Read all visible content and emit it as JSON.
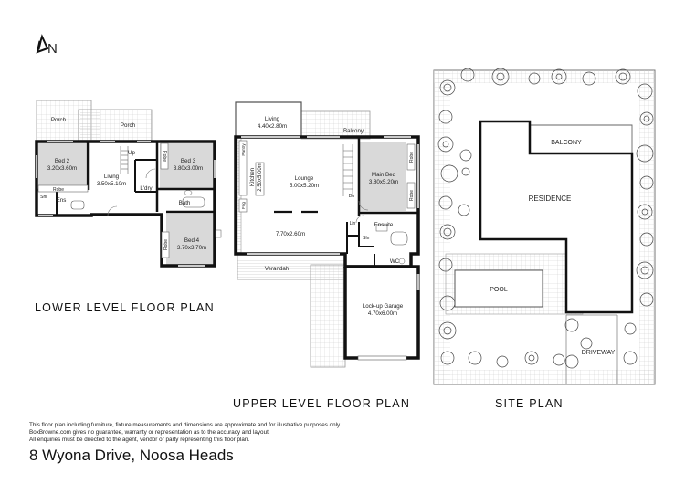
{
  "compass": {
    "letter": "N"
  },
  "lower_level": {
    "title": "LOWER LEVEL FLOOR PLAN",
    "rooms": {
      "porch_left": "Porch",
      "porch_right": "Porch",
      "bed2_name": "Bed 2",
      "bed2_size": "3.20x3.60m",
      "living_name": "Living",
      "living_size": "3.50x5.10m",
      "up": "Up",
      "ldry": "L'dry",
      "bed3_name": "Bed 3",
      "bed3_size": "3.80x3.00m",
      "robe": "Robe",
      "ens": "Ens",
      "shr": "Shr",
      "bath": "Bath",
      "bed4_name": "Bed 4",
      "bed4_size": "3.70x3.70m"
    }
  },
  "upper_level": {
    "title": "UPPER LEVEL FLOOR PLAN",
    "rooms": {
      "living_name": "Living",
      "living_size": "4.40x2.80m",
      "balcony": "Balcony",
      "pantry": "Pantry",
      "kitchen_name": "Kitchen",
      "kitchen_size": "2.50x5.00m",
      "lounge_name": "Lounge",
      "lounge_size": "5.00x5.20m",
      "frig": "Frig",
      "main_bed_name": "Main Bed",
      "main_bed_size": "3.80x5.20m",
      "robe": "Robe",
      "dn": "Dn",
      "ensuite": "Ensuite",
      "lin": "Lin",
      "shr": "Shr",
      "wc": "WC",
      "deck_size": "7.70x2.60m",
      "verandah": "Verandah",
      "garage_name": "Lock-up Garage",
      "garage_size": "4.70x6.00m"
    }
  },
  "site_plan": {
    "title": "SITE PLAN",
    "labels": {
      "balcony": "BALCONY",
      "residence": "RESIDENCE",
      "pool": "POOL",
      "driveway": "DRIVEWAY"
    }
  },
  "disclaimer": [
    "This floor plan including furniture, fixture measurements and dimensions are approximate and for illustrative purposes only.",
    "BoxBrowne.com gives no guarantee, warranty or representation as to the accuracy and layout.",
    "All enquiries must be directed to the agent, vendor or party representing this floor plan."
  ],
  "address": "8 Wyona Drive, Noosa Heads",
  "colors": {
    "wall": "#111111",
    "room_fill": "#d9d9d9",
    "hatch": "#9a9a9a",
    "line": "#555555"
  }
}
